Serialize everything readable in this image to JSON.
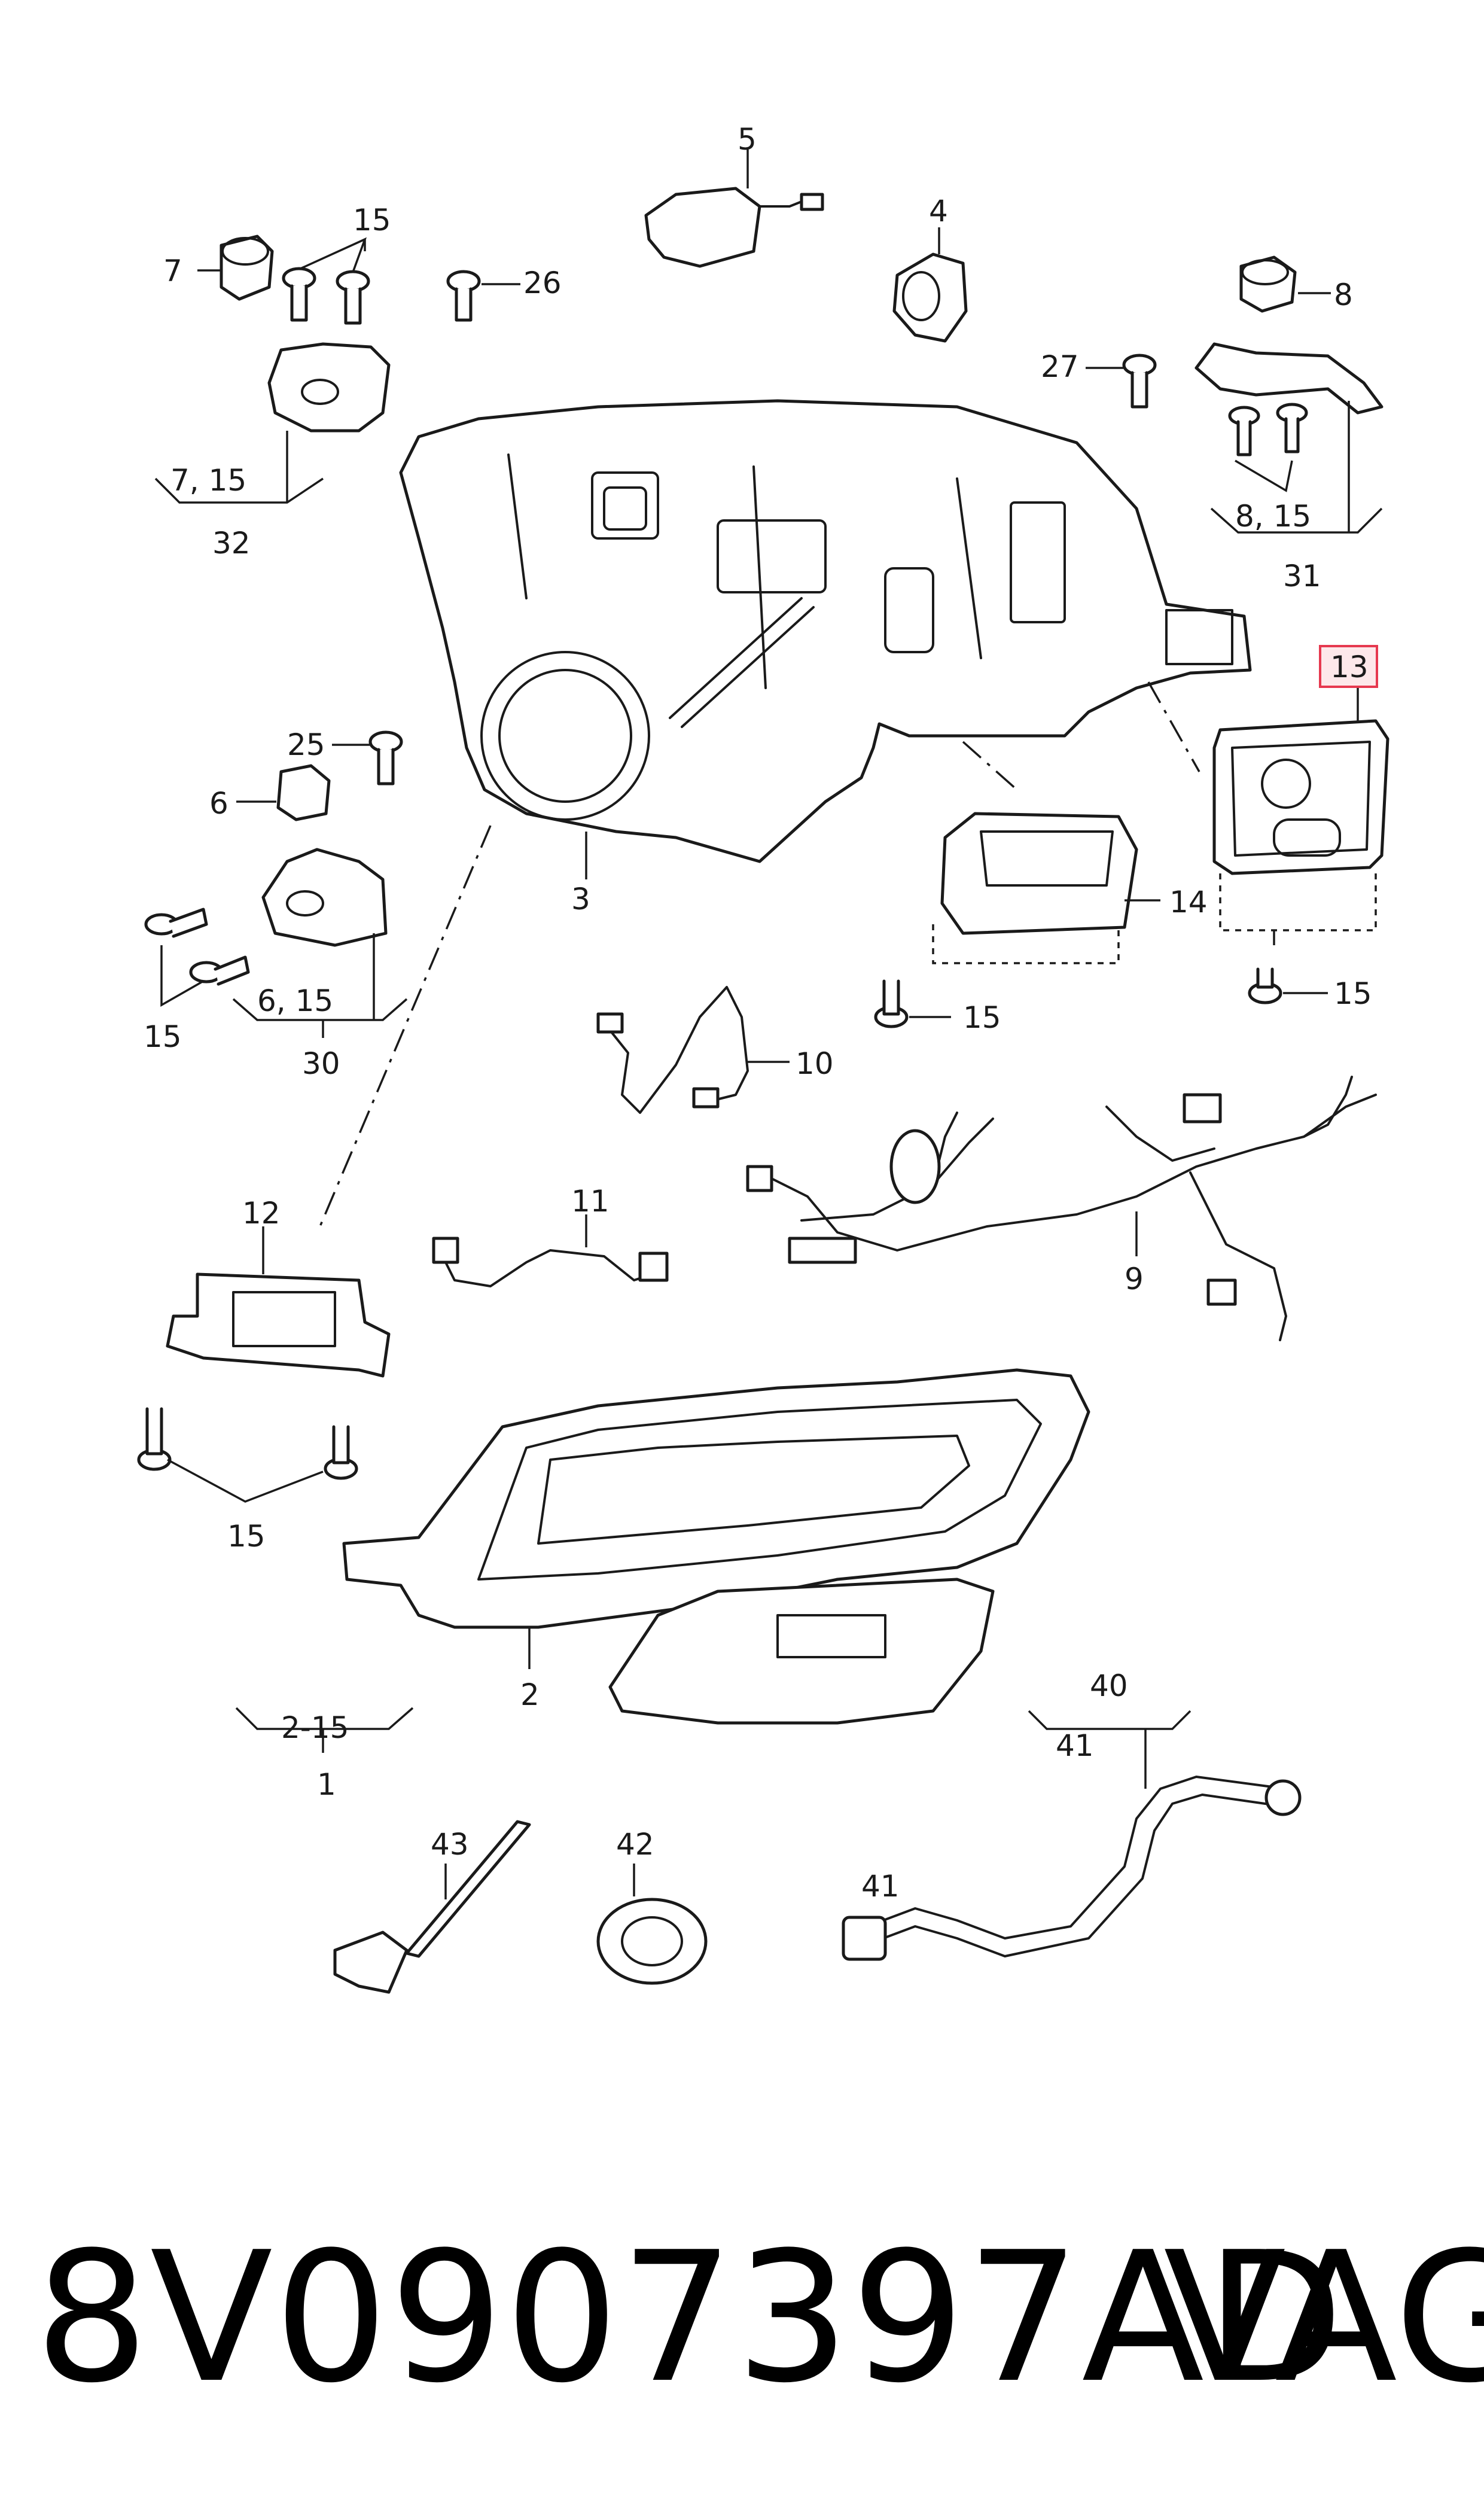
{
  "part_number": "8V0907397AD",
  "brand": "VAG",
  "highlighted_callout": "13",
  "highlight_color": "#e6394f",
  "callouts": {
    "c1": "1",
    "c2": "2",
    "c2_15": "2-15",
    "c3": "3",
    "c4": "4",
    "c5": "5",
    "c6": "6",
    "c6_15": "6, 15",
    "c7": "7",
    "c7_15": "7, 15",
    "c8": "8",
    "c8_15": "8, 15",
    "c9": "9",
    "c10": "10",
    "c11": "11",
    "c12": "12",
    "c13": "13",
    "c14": "14",
    "c15": "15",
    "c25": "25",
    "c26": "26",
    "c27": "27",
    "c30": "30",
    "c31": "31",
    "c32": "32",
    "c40": "40",
    "c41": "41",
    "c42": "42",
    "c43": "43"
  }
}
